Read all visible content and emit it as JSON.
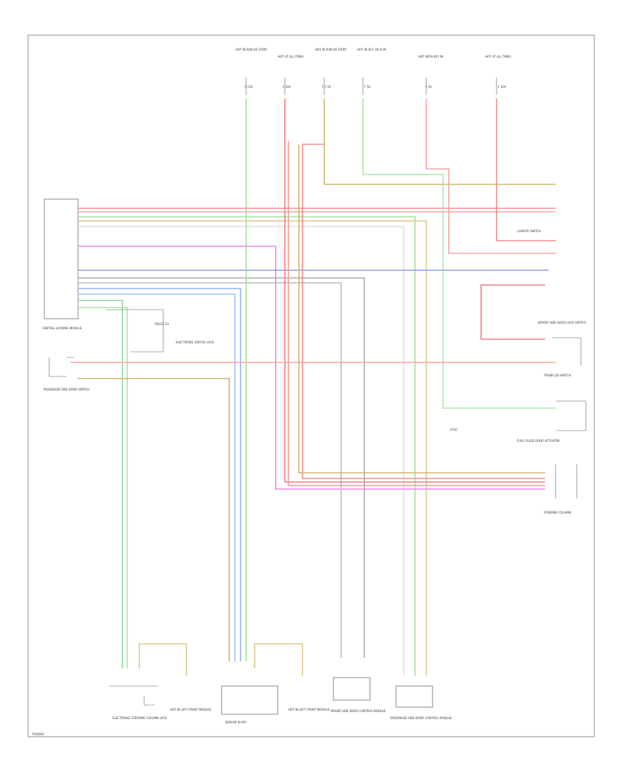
{
  "diagram": {
    "footer_code": "7000000",
    "top_labels": [
      {
        "text": "HOT IN RUN OR START",
        "sub": "F 15A"
      },
      {
        "text": "HOT AT ALL TIMES",
        "sub": "F 10A"
      },
      {
        "text": "HOT IN RUN OR START",
        "sub": "F 7.5A"
      },
      {
        "text": "HOT IN ACC OR RUN",
        "sub": "F 5A"
      },
      {
        "text": "HOT WITH KEY IN",
        "sub": "F 5A"
      },
      {
        "text": "HOT AT ALL TIMES",
        "sub": "F 20A"
      }
    ],
    "components": {
      "main_module": "CENTRAL LOCKING MODULE",
      "door_switch": "PASSENGER SIDE DOOR SWITCH",
      "ground_label": "G101",
      "tail_switch": "ELECTRONIC SWITCH LOCK",
      "right_conn_1": "CLIMATE SWITCH",
      "right_conn_2": "DRIVER SIDE DOOR LOCK SWITCH",
      "right_conn_3": "TRUNK LID SWITCH",
      "right_conn_4": "FUEL FILLER DOOR ACTUATOR",
      "right_conn_5": "STEERING COLUMN",
      "bottom_1": "ELECTRONIC STEERING COLUMN LOCK",
      "bottom_1b": "HOT IN LEFT FRONT MODULE",
      "bottom_2": "SENSOR IN KEY",
      "bottom_2b": "HOT IN LEFT FRONT MODULE",
      "bottom_3": "DRIVER SIDE DOOR CONTROL MODULE",
      "bottom_4": "PASSENGER SIDE DOOR CONTROL MODULE",
      "splice": "SPLICE S3"
    }
  }
}
